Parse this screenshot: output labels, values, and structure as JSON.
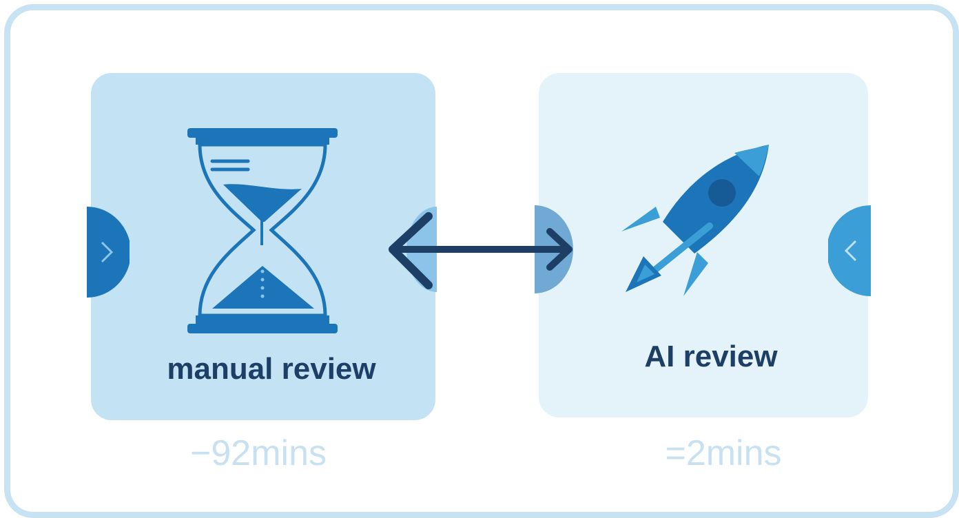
{
  "manual": {
    "label": "manual review",
    "time": "−92mins",
    "icon": "hourglass-icon"
  },
  "ai": {
    "label": "AI review",
    "time": "=2mins",
    "icon": "rocket-icon"
  },
  "connector": {
    "icon": "double-arrow-icon"
  },
  "colors": {
    "frame_border": "#c7e3f3",
    "card_manual": "#c3e2f4",
    "card_ai": "#e4f3fa",
    "primary_blue": "#1b75b8",
    "light_blue": "#3b9ed6",
    "dark_navy": "#1d3f66",
    "faded_text": "#c8e1f1"
  }
}
